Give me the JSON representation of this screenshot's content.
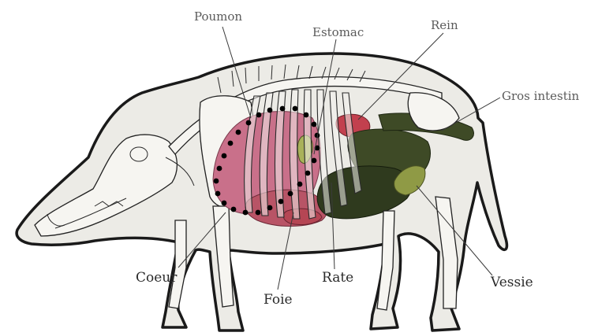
{
  "labels": {
    "poumon": "Poumon",
    "estomac": "Estomac",
    "rein": "Rein",
    "gros_intestin": "Gros intestin",
    "coeur": "Coeur",
    "foie": "Foie",
    "rate": "Rate",
    "vessie": "Vessie"
  },
  "colors": {
    "lung": "#c9708a",
    "liver": "#b85466",
    "kidney": "#c2404e",
    "spleen": "#b54654",
    "stomach": "#3e4a26",
    "intestine": "#2f3a1e",
    "bladder": "#8f9a45",
    "body": "#ecebe6",
    "outline": "#1a1a1a",
    "highlight_dots": "#000000"
  }
}
